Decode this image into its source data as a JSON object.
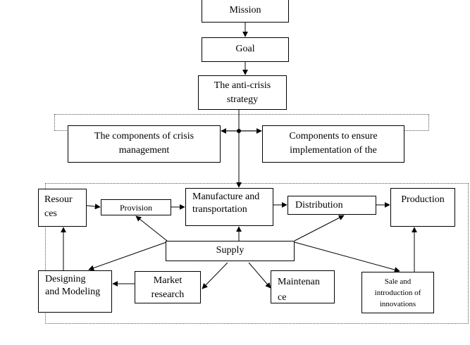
{
  "nodes": {
    "mission": "Mission",
    "goal": "Goal",
    "strategy": "The anti-crisis\nstrategy",
    "crisis_components": "The components of crisis\nmanagement",
    "ensure_components": "Components to ensure\nimplementation of the",
    "resources": "Resour\nces",
    "provision": "Provision",
    "manufacture": "Manufacture and\ntransportation",
    "distribution": "Distribution",
    "production": "Production",
    "supply": "Supply",
    "designing": "Designing\nand Modeling",
    "market": "Market\nresearch",
    "maintenance": "Maintenan\nce",
    "sale": "Sale and\nintroduction of\ninnovations"
  }
}
